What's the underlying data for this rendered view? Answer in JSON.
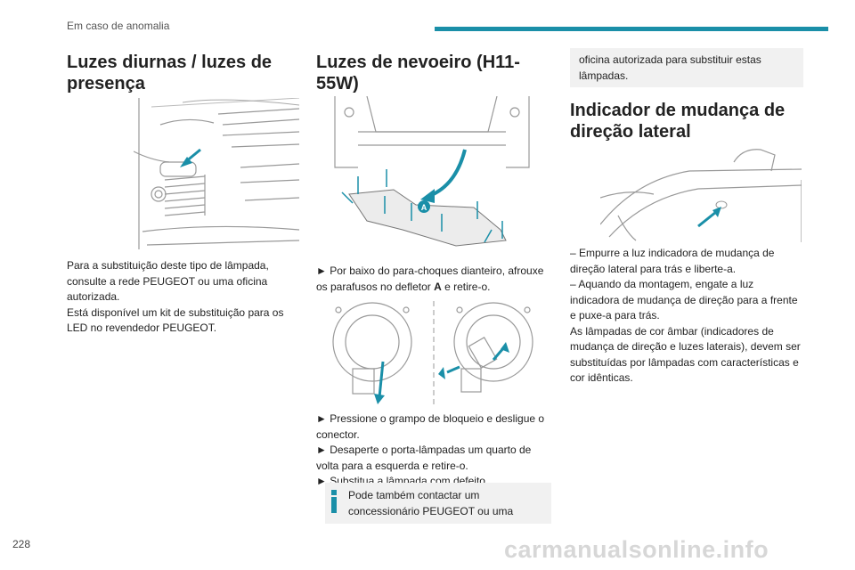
{
  "header": {
    "section": "Em caso de anomalia",
    "accent_color": "#1a8fa8"
  },
  "page_number": "228",
  "watermark": "carmanualsonline.info",
  "col1": {
    "title": "Luzes diurnas / luzes de presença",
    "para1": "Para a substituição deste tipo de lâmpada, consulte a rede PEUGEOT ou uma oficina autorizada.",
    "para2": "Está disponível um kit de substituição para os LED no revendedor PEUGEOT."
  },
  "col2": {
    "title": "Luzes de nevoeiro (H11-55W)",
    "label_a": "A",
    "step1_arrow": "►",
    "step1_pre": "Por baixo do para-choques dianteiro, afrouxe os parafusos no defletor",
    "step1_bold": "A",
    "step1_post": "e retire-o.",
    "step2": "► Pressione o grampo de bloqueio e desligue o conector.",
    "step3": "► Desaperte o porta-lâmpadas um quarto de volta para a esquerda e retire-o.",
    "step4": "► Substitua a lâmpada com defeito.",
    "note": "Pode também contactar um concessionário PEUGEOT ou uma"
  },
  "col3": {
    "note_cont": "oficina autorizada para substituir estas lâmpadas.",
    "title": "Indicador de mudança de direção lateral",
    "step1": "– Empurre a luz indicadora de mudança de direção lateral para trás e liberte-a.",
    "step2": "– Aquando da montagem, engate a luz indicadora de mudança de direção para a frente e puxe-a para trás.",
    "para": "As lâmpadas de cor âmbar (indicadores de mudança de direção e luzes laterais), devem ser substituídas por lâmpadas com características e cor idênticas."
  }
}
